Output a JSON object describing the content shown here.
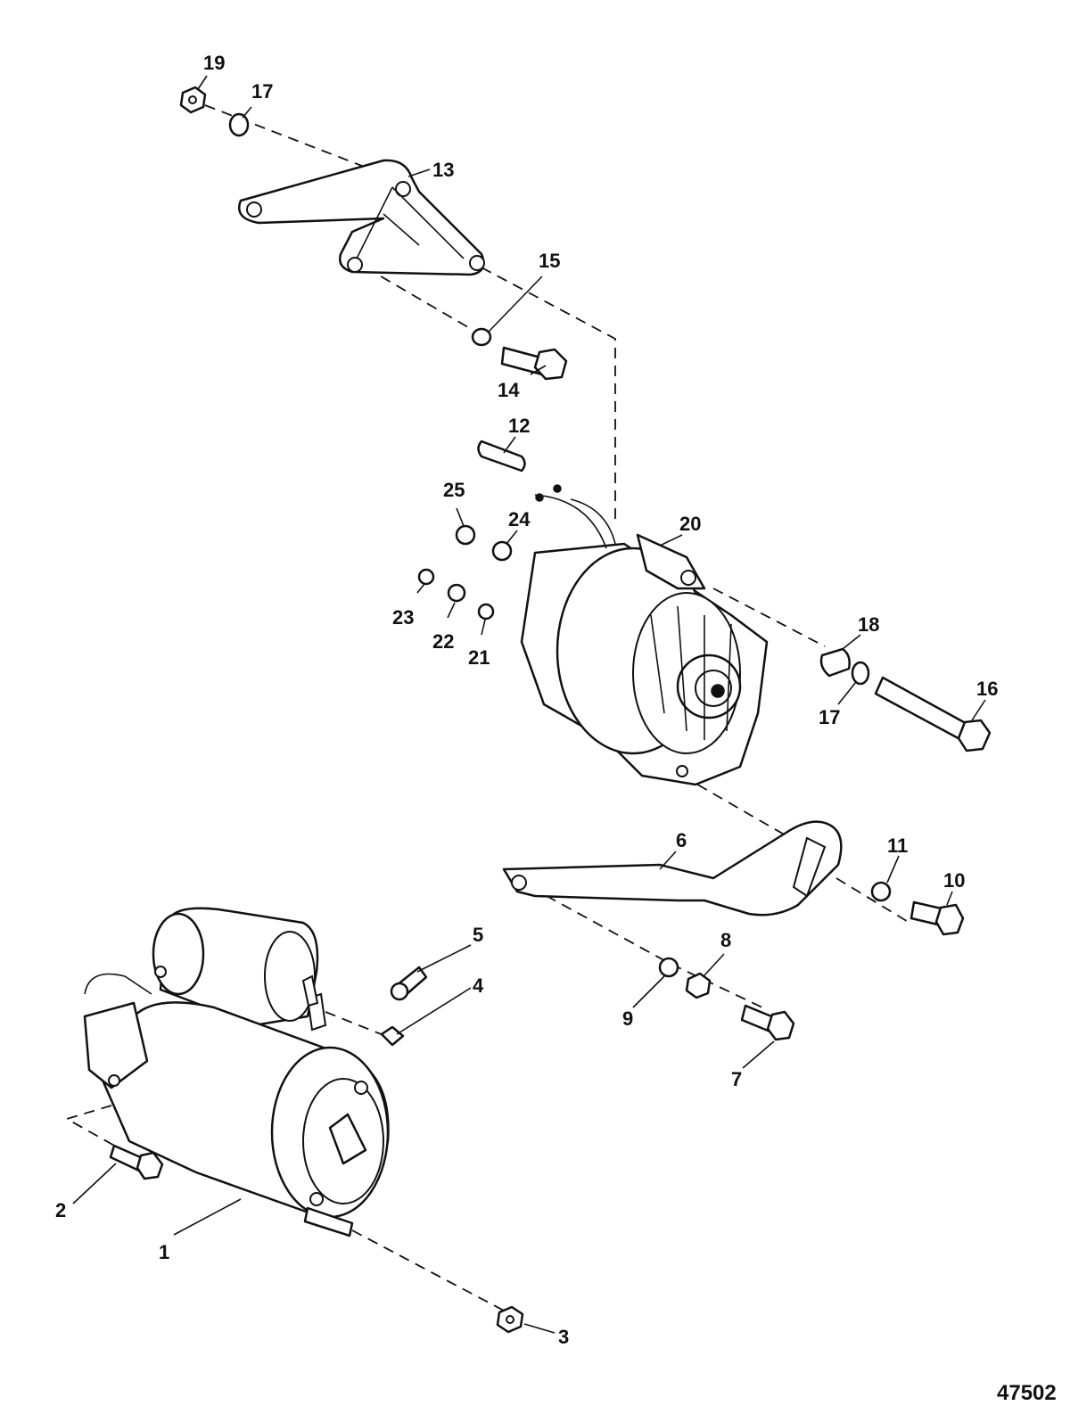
{
  "figure_id": "47502",
  "callouts": [
    {
      "id": "c1",
      "label": "1"
    },
    {
      "id": "c2",
      "label": "2"
    },
    {
      "id": "c3",
      "label": "3"
    },
    {
      "id": "c4",
      "label": "4"
    },
    {
      "id": "c5",
      "label": "5"
    },
    {
      "id": "c6",
      "label": "6"
    },
    {
      "id": "c7",
      "label": "7"
    },
    {
      "id": "c8",
      "label": "8"
    },
    {
      "id": "c9",
      "label": "9"
    },
    {
      "id": "c10",
      "label": "10"
    },
    {
      "id": "c11",
      "label": "11"
    },
    {
      "id": "c12",
      "label": "12"
    },
    {
      "id": "c13",
      "label": "13"
    },
    {
      "id": "c14",
      "label": "14"
    },
    {
      "id": "c15",
      "label": "15"
    },
    {
      "id": "c16",
      "label": "16"
    },
    {
      "id": "c17a",
      "label": "17"
    },
    {
      "id": "c17b",
      "label": "17"
    },
    {
      "id": "c18",
      "label": "18"
    },
    {
      "id": "c19",
      "label": "19"
    },
    {
      "id": "c20",
      "label": "20"
    },
    {
      "id": "c21",
      "label": "21"
    },
    {
      "id": "c22",
      "label": "22"
    },
    {
      "id": "c23",
      "label": "23"
    },
    {
      "id": "c24",
      "label": "24"
    },
    {
      "id": "c25",
      "label": "25"
    }
  ],
  "icons": {
    "starter": "starter-motor-icon",
    "alternator": "alternator-icon",
    "bracket": "mounting-bracket-icon",
    "brace": "adjusting-brace-icon",
    "fasteners": "bolt-nut-washer-icons"
  }
}
